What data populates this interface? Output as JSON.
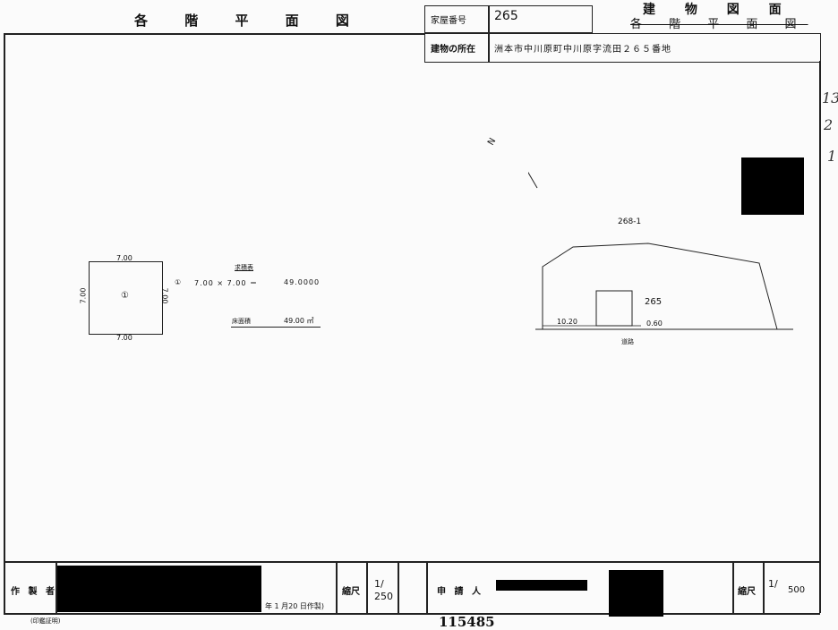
{
  "header": {
    "floor_plan_title": "各 階 平 面 図",
    "house_number_label": "家屋番号",
    "house_number_value": "265",
    "building_drawing_title": "建 物 図 面",
    "floor_plan_struck": "各 階 平 面 図",
    "location_label": "建物の所在",
    "location_value": "洲本市中川原町中川原字流田２６５番地"
  },
  "margin_notes": [
    "13",
    "2",
    "1"
  ],
  "floor_plan": {
    "top_dim": "7.00",
    "bottom_dim": "7.00",
    "left_dim": "7.00",
    "right_dim": "7.00",
    "center_mark": "①",
    "calc_marker": "①",
    "calc_formula": "7.00 × 7.00 ＝",
    "calc_result": "49.0000",
    "area_table_label": "求積表",
    "floor_area_label": "床面積",
    "floor_area_value": "49.00 ㎡"
  },
  "site_plan": {
    "north_label": "N",
    "adjacent_lot": "268-1",
    "lot_number": "265",
    "left_dist": "10.20",
    "right_dist": "0.60",
    "road_label": "道路"
  },
  "footer": {
    "creator_label": "作 製 者",
    "date_text": "年 1 月20 日作製)",
    "scale_label_left": "縮尺",
    "scale_left_num": "1/",
    "scale_left_den": "250",
    "applicant_label": "申 請 人",
    "scale_label_right": "縮尺",
    "scale_right_num": "1/",
    "scale_right_den": "500",
    "seal_note": "(印鑑証明)",
    "doc_number": "115485"
  }
}
